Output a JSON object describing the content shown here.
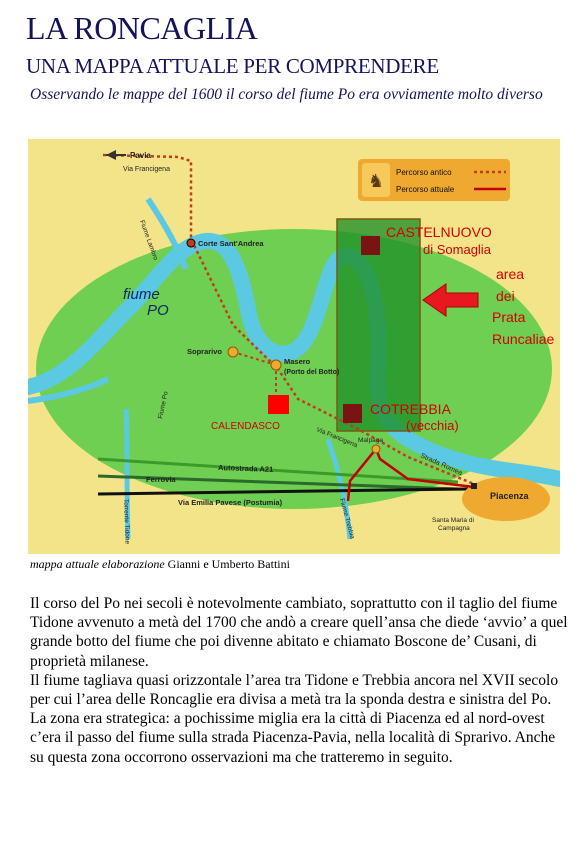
{
  "header": {
    "title": "LA RONCAGLIA",
    "subtitle": "UNA MAPPA ATTUALE PER COMPRENDERE",
    "lead": "Osservando le mappe del 1600 il corso del fiume Po era ovviamente molto diverso"
  },
  "map": {
    "legend": {
      "old": "Percorso antico",
      "new": "Percorso attuale"
    },
    "places": {
      "pavia": "Pavia",
      "via_francigena": "Via Francigena",
      "fiume_lambro": "Fiume Lambro",
      "corte": "Corte Sant'Andrea",
      "soprarivo": "Soprarivo",
      "masero": "Masero",
      "porto": "(Porto del Botto)",
      "fiume_po_1": "fiume",
      "fiume_po_2": "PO",
      "calendasco": "CALENDASCO",
      "fiume_po_label": "Fiume Po",
      "via_francigena2": "Via Francigena",
      "malpaga": "Malpaga",
      "strada_romea": "Strada Romea",
      "autostrada": "Autostrada A21",
      "ferrovia": "Ferrovia",
      "via_emilia": "Via Emilia Pavese (Postumia)",
      "piacenza": "Piacenza",
      "torrente_tidone": "Torrente Tidone",
      "fiume_trebbia": "Fiume Trebbia",
      "santa_maria_1": "Santa Maria di",
      "santa_maria_2": "Campagna"
    },
    "annotations": {
      "castelnuovo": "CASTELNUOVO",
      "somaglia": "di Somaglia",
      "cotrebbia": "COTREBBIA",
      "vecchia": "(vecchia)",
      "area": [
        "area",
        "dei",
        "Prata",
        "Runcaliae"
      ]
    },
    "colors": {
      "background": "#f3e48a",
      "plain": "#6fcf52",
      "river": "#5cc9e3",
      "overlay": "#1f8f28",
      "route_old": "#c13c1c",
      "route_new": "#c40000",
      "marker": "#7a1414",
      "arrow": "#e8191e",
      "annotation_text": "#d40000"
    }
  },
  "caption": {
    "italic": "mappa attuale elaborazione",
    "normal": " Gianni e Umberto Battini"
  },
  "paragraphs": [
    "Il corso del Po nei secoli è notevolmente cambiato, soprattutto con il taglio del fiume Tidone avvenuto a metà del 1700 che andò a creare quell’ansa che diede ‘avvio’ a quel grande botto del fiume che poi divenne abitato e chiamato Boscone de’ Cusani, di proprietà milanese.",
    "Il fiume tagliava quasi orizzontale l’area tra Tidone e Trebbia ancora nel XVII secolo per cui l’area delle Roncaglie era divisa a metà tra la sponda destra e sinistra del Po.",
    "La zona era strategica: a pochissime miglia era la città di Piacenza ed al nord-ovest c’era il passo del fiume sulla strada Piacenza-Pavia, nella località di Sprarivo. Anche su questa zona occorrono osservazioni ma che tratteremo in seguito."
  ]
}
